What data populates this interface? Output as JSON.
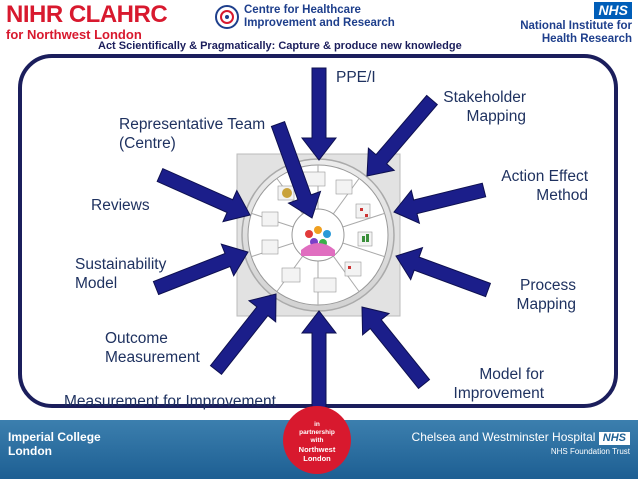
{
  "header": {
    "nihr_logo_main": "NIHR CLAHRC",
    "nihr_logo_sub": "for Northwest London",
    "centre_line1": "Centre for Healthcare",
    "centre_line2": "Improvement and Research",
    "nhs_badge": "NHS",
    "nihr_line1": "National Institute for",
    "nihr_line2": "Health Research",
    "tagline": "Act Scientifically & Pragmatically: Capture & produce new knowledge"
  },
  "labels": {
    "ppei": "PPE/I",
    "stakeholder_1": "Stakeholder",
    "stakeholder_2": "Mapping",
    "representative_1": "Representative Team",
    "representative_2": "(Centre)",
    "action_1": "Action Effect",
    "action_2": "Method",
    "reviews": "Reviews",
    "sustainability_1": "Sustainability",
    "sustainability_2": "Model",
    "process_1": "Process",
    "process_2": "Mapping",
    "outcome_1": "Outcome",
    "outcome_2": "Measurement",
    "model_1": "Model for",
    "model_2": "Improvement",
    "measurement": "Measurement for Improvement"
  },
  "footer": {
    "imperial_1": "Imperial College",
    "imperial_2": "London",
    "partner_1": "in",
    "partner_2": "partnership",
    "partner_3": "with",
    "partner_4": "Northwest",
    "partner_5": "London",
    "chelsea": "Chelsea and Westminster Hospital",
    "chelsea_badge": "NHS",
    "chelsea_trust": "NHS Foundation Trust"
  },
  "colors": {
    "arrow": "#1b1e8a",
    "frame": "#1b1e5c",
    "text": "#1f3260",
    "nihr_red": "#d8192e",
    "nhs_blue": "#005eb8",
    "footer_blue": "#2a6ea0"
  }
}
